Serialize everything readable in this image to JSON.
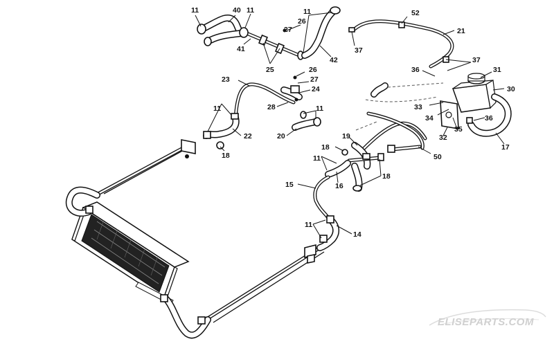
{
  "watermark": "ELISEPARTS.COM",
  "callouts": [
    "11",
    "40",
    "11",
    "41",
    "27",
    "26",
    "25",
    "11",
    "42",
    "52",
    "21",
    "37",
    "37",
    "36",
    "31",
    "30",
    "26",
    "27",
    "24",
    "23",
    "28",
    "11",
    "22",
    "18",
    "11",
    "20",
    "33",
    "34",
    "32",
    "35",
    "36",
    "17",
    "19",
    "50",
    "18",
    "11",
    "18",
    "16",
    "15",
    "11",
    "14"
  ],
  "colors": {
    "ink": "#111111",
    "watermark": "#d0d0d0",
    "background": "#ffffff"
  }
}
